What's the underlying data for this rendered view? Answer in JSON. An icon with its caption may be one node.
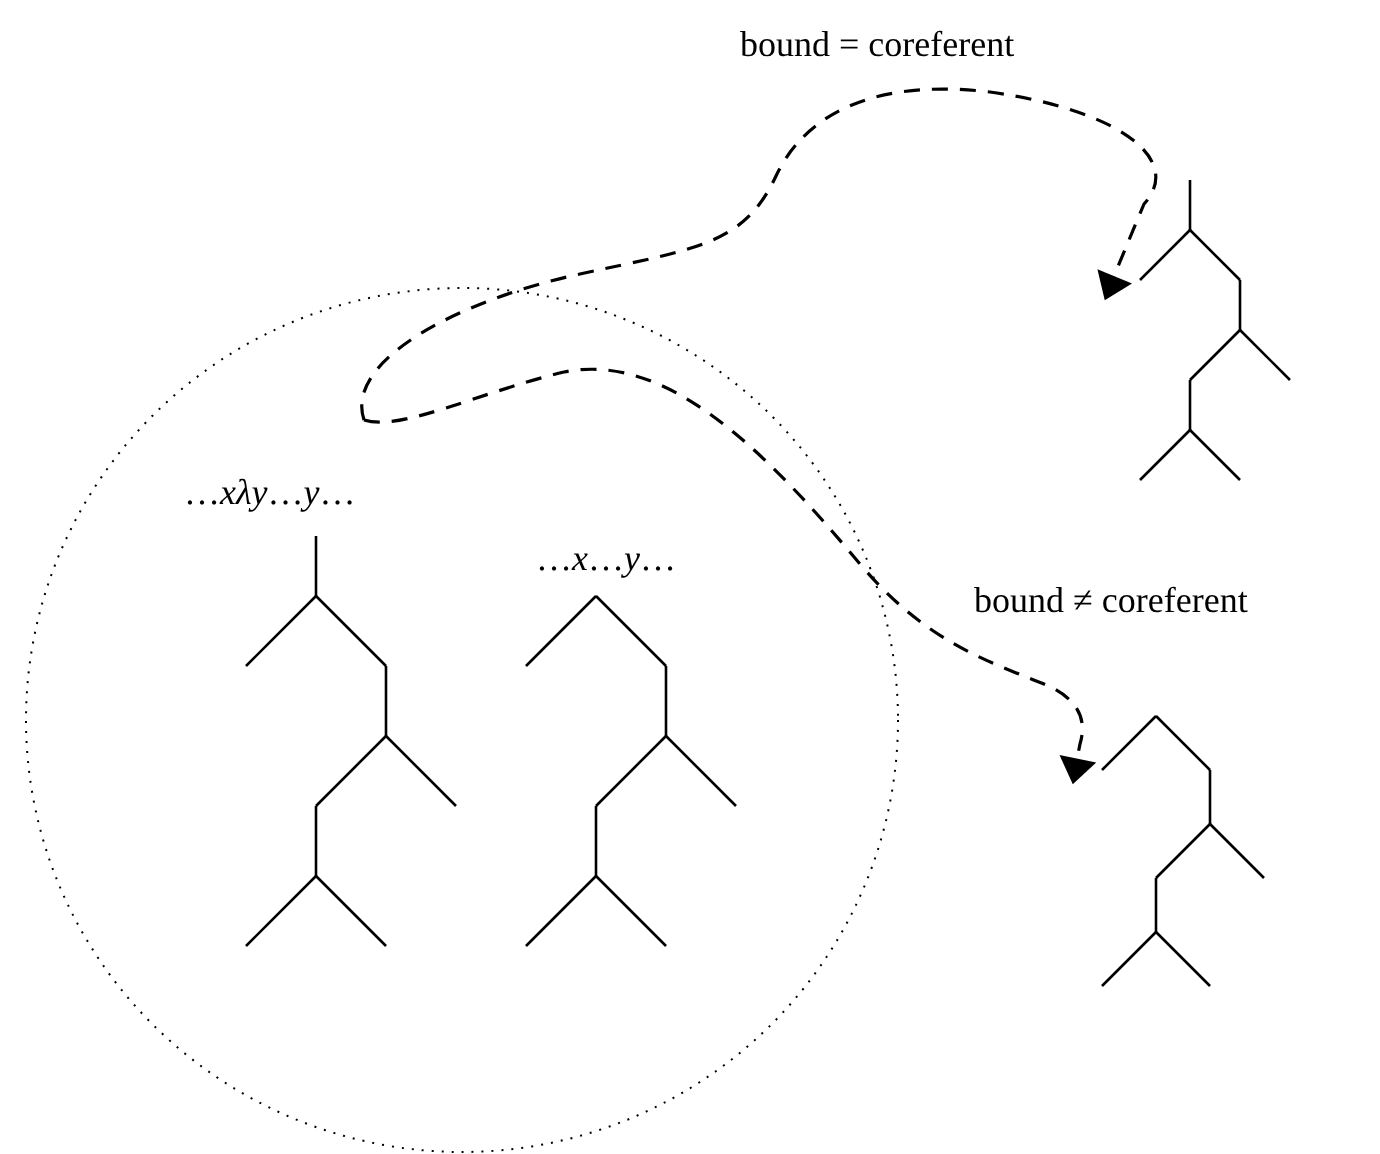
{
  "diagram": {
    "nodes": [
      {
        "text": [],
        "shape": "circle"
      },
      {
        "text": [
          "…*xλy*…*y*…"
        ],
        "in": 0
      },
      {
        "text": [],
        "shape": "tree",
        "in": 0
      },
      {
        "text": [
          "…*x*…*y*…"
        ],
        "in": 0
      },
      {
        "text": [],
        "shape": "tree",
        "in": 0
      },
      {
        "text": [],
        "shape": "tree"
      },
      {
        "text": [],
        "shape": "tree"
      }
    ],
    "edges": [
      {
        "from": null,
        "to": 5,
        "arrow": "to",
        "style": "dashed",
        "label": "bound = coreferent"
      },
      {
        "from": null,
        "to": 6,
        "arrow": "to",
        "style": "dashed",
        "label": "bound ≠ coreferent"
      }
    ]
  }
}
